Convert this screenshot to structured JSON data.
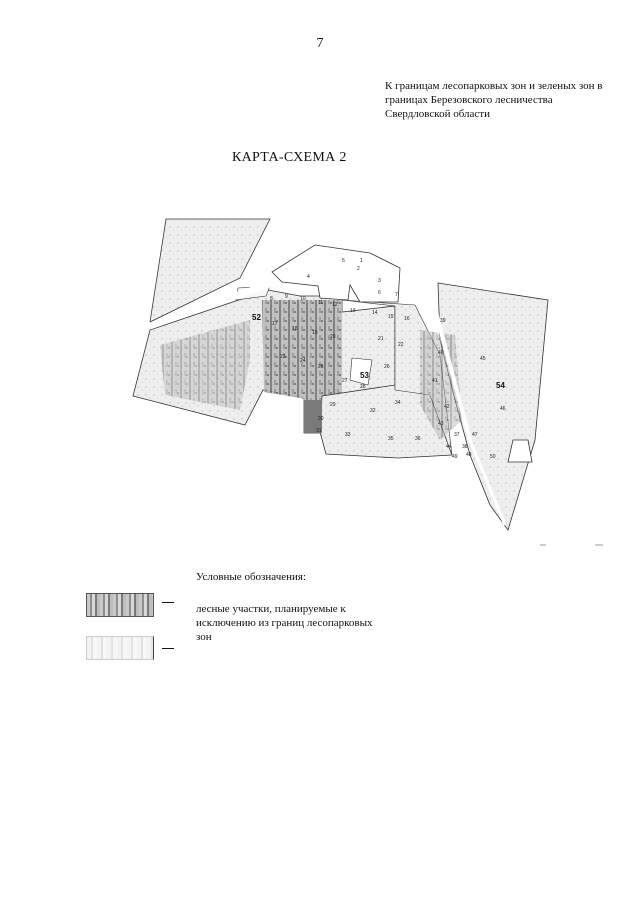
{
  "page": {
    "number": "7"
  },
  "header_note": {
    "lines": [
      "К границам  лесопарковых зон и зеленых зон в",
      "границах Березовского лесничества",
      "Свердловской области"
    ]
  },
  "map": {
    "title": "КАРТА-СХЕМА 2",
    "quarters": [
      "52",
      "53",
      "54"
    ],
    "parcels": [
      "1",
      "2",
      "3",
      "4",
      "5",
      "6",
      "7",
      "8",
      "9",
      "10",
      "11",
      "12",
      "13",
      "14",
      "15",
      "16",
      "17",
      "18",
      "19",
      "20",
      "21",
      "22",
      "23",
      "24",
      "25",
      "26",
      "27",
      "28",
      "29",
      "30",
      "31",
      "32",
      "33",
      "34",
      "35",
      "36",
      "37",
      "38",
      "39",
      "40",
      "41",
      "42",
      "43",
      "44",
      "45",
      "46",
      "47",
      "48",
      "49",
      "50"
    ],
    "colors": {
      "excluded_fill": "#8a8a8a",
      "forest_fill": "#e4e4e4",
      "boundary": "#333333"
    }
  },
  "legend": {
    "title": "Условные обозначения:",
    "items": [
      {
        "label_lines": [
          "лесные участки, планируемые к",
          "исключению из границ лесопарковых",
          "зон"
        ]
      },
      {
        "label_lines": []
      }
    ]
  }
}
